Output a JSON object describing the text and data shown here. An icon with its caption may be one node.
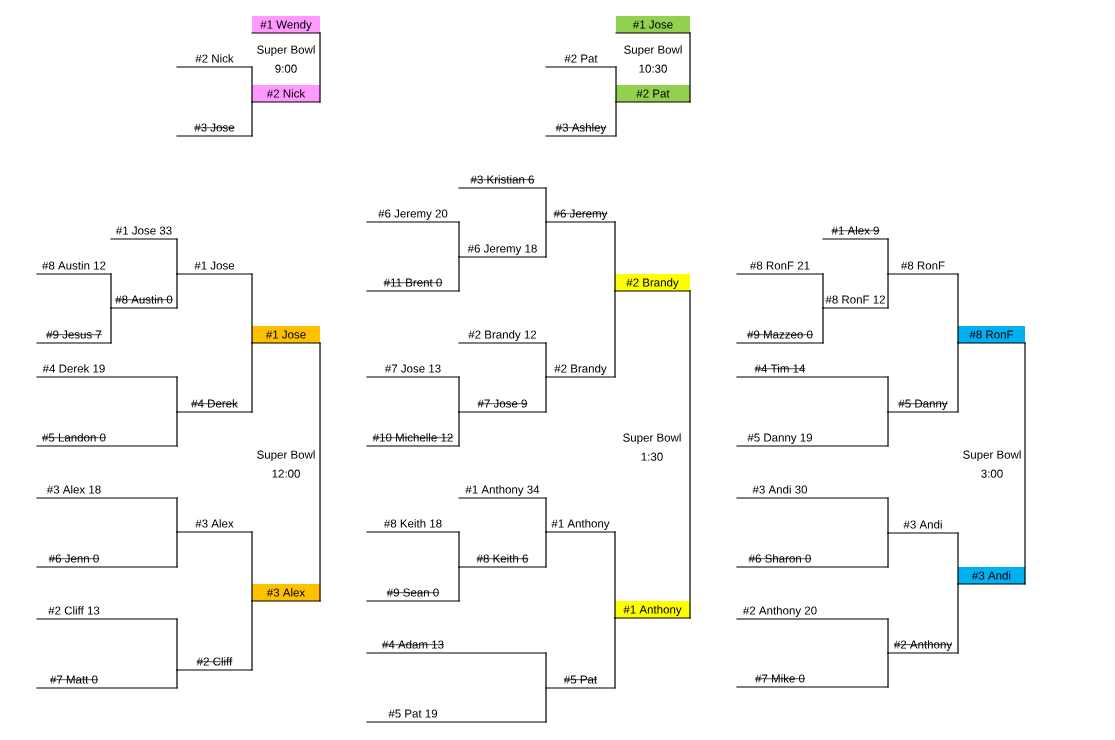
{
  "diagram": {
    "nodes": [
      {
        "text": [
          "#1 Wendy"
        ]
      },
      {
        "text": [
          "#2 Nick"
        ]
      },
      {
        "text": [
          "#2 Nick"
        ]
      },
      {
        "text": [
          "#3 Jose"
        ]
      },
      {
        "text": [
          "#1 Jose"
        ]
      },
      {
        "text": [
          "#2 Pat"
        ]
      },
      {
        "text": [
          "#2 Pat"
        ]
      },
      {
        "text": [
          "#3 Ashley"
        ]
      },
      {
        "text": [
          "#1 Jose 33"
        ]
      },
      {
        "text": [
          "#8 Austin 12"
        ]
      },
      {
        "text": [
          "#1 Jose"
        ]
      },
      {
        "text": [
          "#8 Austin 0"
        ]
      },
      {
        "text": [
          "#9 Jesus 7"
        ]
      },
      {
        "text": [
          "#1 Jose"
        ]
      },
      {
        "text": [
          "#4 Derek 19"
        ]
      },
      {
        "text": [
          "#4 Derek"
        ]
      },
      {
        "text": [
          "#5 Landon 0"
        ]
      },
      {
        "text": [
          "#3 Alex 18"
        ]
      },
      {
        "text": [
          "#3 Alex"
        ]
      },
      {
        "text": [
          "#6 Jenn 0"
        ]
      },
      {
        "text": [
          "#3 Alex"
        ]
      },
      {
        "text": [
          "#2 Cliff 13"
        ]
      },
      {
        "text": [
          "#2 Cliff"
        ]
      },
      {
        "text": [
          "#7 Matt 0"
        ]
      },
      {
        "text": [
          "#3 Kristian 6"
        ]
      },
      {
        "text": [
          "#6 Jeremy 20"
        ]
      },
      {
        "text": [
          "#6 Jeremy"
        ]
      },
      {
        "text": [
          "#6 Jeremy 18"
        ]
      },
      {
        "text": [
          "#11 Brent 0"
        ]
      },
      {
        "text": [
          "#2 Brandy"
        ]
      },
      {
        "text": [
          "#2 Brandy 12"
        ]
      },
      {
        "text": [
          "#7 Jose 13"
        ]
      },
      {
        "text": [
          "#2 Brandy"
        ]
      },
      {
        "text": [
          "#7 Jose 9"
        ]
      },
      {
        "text": [
          "#10 Michelle 12"
        ]
      },
      {
        "text": [
          "#1 Anthony 34"
        ]
      },
      {
        "text": [
          "#8 Keith 18"
        ]
      },
      {
        "text": [
          "#1 Anthony"
        ]
      },
      {
        "text": [
          "#8 Keith 6"
        ]
      },
      {
        "text": [
          "#9 Sean 0"
        ]
      },
      {
        "text": [
          "#1 Anthony"
        ]
      },
      {
        "text": [
          "#4 Adam 13"
        ]
      },
      {
        "text": [
          "#5 Pat"
        ]
      },
      {
        "text": [
          "#5 Pat 19"
        ]
      },
      {
        "text": [
          "#1 Alex 9"
        ]
      },
      {
        "text": [
          "#8 RonF 21"
        ]
      },
      {
        "text": [
          "#8 RonF"
        ]
      },
      {
        "text": [
          "#8 RonF 12"
        ]
      },
      {
        "text": [
          "#9 Mazzeo 0"
        ]
      },
      {
        "text": [
          "#8 RonF"
        ]
      },
      {
        "text": [
          "#4 Tim 14"
        ]
      },
      {
        "text": [
          "#5 Danny"
        ]
      },
      {
        "text": [
          "#5 Danny 19"
        ]
      },
      {
        "text": [
          "#3 Andi 30"
        ]
      },
      {
        "text": [
          "#3 Andi"
        ]
      },
      {
        "text": [
          "#6 Sharon 0"
        ]
      },
      {
        "text": [
          "#3 Andi"
        ]
      },
      {
        "text": [
          "#2 Anthony 20"
        ]
      },
      {
        "text": [
          "#2 Anthony"
        ]
      },
      {
        "text": [
          "#7 Mike 0"
        ]
      }
    ],
    "edges": [
      {
        "from": 1,
        "to": 2,
        "arrow": "none"
      },
      {
        "from": 3,
        "to": 2,
        "arrow": "none"
      },
      {
        "from": 0,
        "to": 2,
        "arrow": "none"
      },
      {
        "from": 5,
        "to": 6,
        "arrow": "none"
      },
      {
        "from": 7,
        "to": 6,
        "arrow": "none"
      },
      {
        "from": 4,
        "to": 6,
        "arrow": "none"
      },
      {
        "from": 9,
        "to": 11,
        "arrow": "none"
      },
      {
        "from": 12,
        "to": 11,
        "arrow": "none"
      },
      {
        "from": 8,
        "to": 10,
        "arrow": "none"
      },
      {
        "from": 11,
        "to": 10,
        "arrow": "none"
      },
      {
        "from": 14,
        "to": 15,
        "arrow": "none"
      },
      {
        "from": 16,
        "to": 15,
        "arrow": "none"
      },
      {
        "from": 10,
        "to": 13,
        "arrow": "none"
      },
      {
        "from": 15,
        "to": 13,
        "arrow": "none"
      },
      {
        "from": 17,
        "to": 18,
        "arrow": "none"
      },
      {
        "from": 19,
        "to": 18,
        "arrow": "none"
      },
      {
        "from": 21,
        "to": 22,
        "arrow": "none"
      },
      {
        "from": 23,
        "to": 22,
        "arrow": "none"
      },
      {
        "from": 18,
        "to": 20,
        "arrow": "none"
      },
      {
        "from": 22,
        "to": 20,
        "arrow": "none"
      },
      {
        "from": 13,
        "to": 20,
        "arrow": "none"
      },
      {
        "from": 25,
        "to": 27,
        "arrow": "none"
      },
      {
        "from": 28,
        "to": 27,
        "arrow": "none"
      },
      {
        "from": 24,
        "to": 26,
        "arrow": "none"
      },
      {
        "from": 27,
        "to": 26,
        "arrow": "none"
      },
      {
        "from": 31,
        "to": 33,
        "arrow": "none"
      },
      {
        "from": 34,
        "to": 33,
        "arrow": "none"
      },
      {
        "from": 30,
        "to": 32,
        "arrow": "none"
      },
      {
        "from": 33,
        "to": 32,
        "arrow": "none"
      },
      {
        "from": 26,
        "to": 29,
        "arrow": "none"
      },
      {
        "from": 32,
        "to": 29,
        "arrow": "none"
      },
      {
        "from": 36,
        "to": 38,
        "arrow": "none"
      },
      {
        "from": 39,
        "to": 38,
        "arrow": "none"
      },
      {
        "from": 35,
        "to": 37,
        "arrow": "none"
      },
      {
        "from": 38,
        "to": 37,
        "arrow": "none"
      },
      {
        "from": 41,
        "to": 42,
        "arrow": "none"
      },
      {
        "from": 43,
        "to": 42,
        "arrow": "none"
      },
      {
        "from": 37,
        "to": 40,
        "arrow": "none"
      },
      {
        "from": 42,
        "to": 40,
        "arrow": "none"
      },
      {
        "from": 29,
        "to": 40,
        "arrow": "none"
      },
      {
        "from": 45,
        "to": 47,
        "arrow": "none"
      },
      {
        "from": 48,
        "to": 47,
        "arrow": "none"
      },
      {
        "from": 44,
        "to": 46,
        "arrow": "none"
      },
      {
        "from": 47,
        "to": 46,
        "arrow": "none"
      },
      {
        "from": 50,
        "to": 51,
        "arrow": "none"
      },
      {
        "from": 52,
        "to": 51,
        "arrow": "none"
      },
      {
        "from": 46,
        "to": 49,
        "arrow": "none"
      },
      {
        "from": 51,
        "to": 49,
        "arrow": "none"
      },
      {
        "from": 53,
        "to": 54,
        "arrow": "none"
      },
      {
        "from": 55,
        "to": 54,
        "arrow": "none"
      },
      {
        "from": 57,
        "to": 58,
        "arrow": "none"
      },
      {
        "from": 59,
        "to": 58,
        "arrow": "none"
      },
      {
        "from": 54,
        "to": 56,
        "arrow": "none"
      },
      {
        "from": 58,
        "to": 56,
        "arrow": "none"
      },
      {
        "from": 49,
        "to": 56,
        "arrow": "none"
      }
    ],
    "labels": [
      "Super Bowl 9:00",
      "Super Bowl 10:30",
      "Super Bowl 12:00",
      "Super Bowl 1:30",
      "Super Bowl 3:00"
    ]
  }
}
